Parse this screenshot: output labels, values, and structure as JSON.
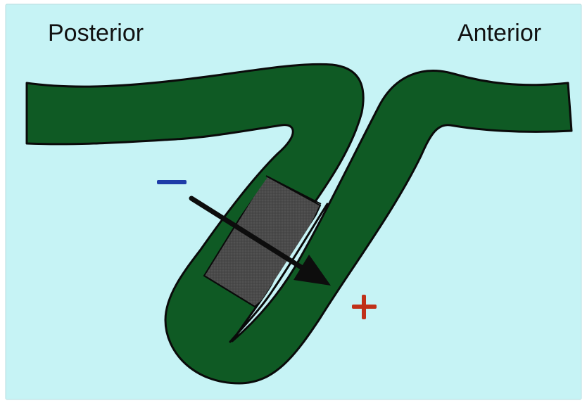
{
  "labels": {
    "posterior": "Posterior",
    "anterior": "Anterior"
  },
  "symbols": {
    "negative": "minus",
    "positive": "plus"
  },
  "colors": {
    "background": "#c6f3f5",
    "fold": "#0f5a24",
    "stain": "#4a4a4a",
    "outline": "#0a0a0a",
    "arrow": "#0d0d0d",
    "negative": "#1e3ca8",
    "positive": "#c03018"
  }
}
